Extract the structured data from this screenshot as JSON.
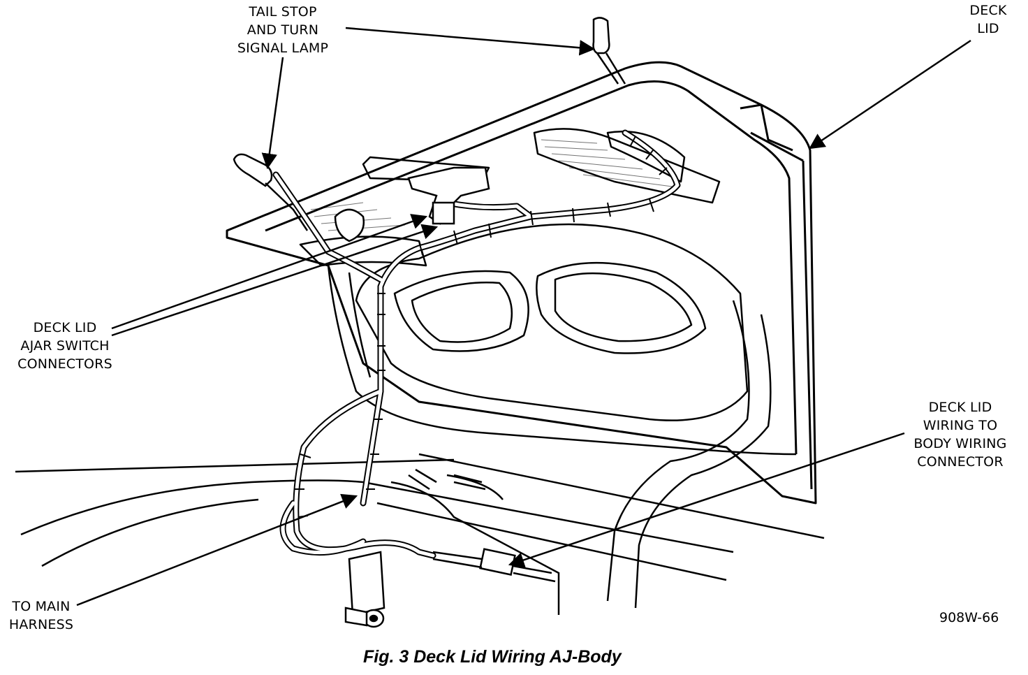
{
  "labels": {
    "tail_lamp": [
      "TAIL STOP",
      "AND TURN",
      "SIGNAL LAMP"
    ],
    "deck_lid": [
      "DECK",
      "LID"
    ],
    "ajar_switch": [
      "DECK LID",
      "AJAR SWITCH",
      "CONNECTORS"
    ],
    "body_connector": [
      "DECK LID",
      "WIRING TO",
      "BODY WIRING",
      "CONNECTOR"
    ],
    "main_harness": [
      "TO MAIN",
      "HARNESS"
    ]
  },
  "figure_code": "908W-66",
  "caption": "Fig. 3 Deck Lid Wiring AJ-Body"
}
